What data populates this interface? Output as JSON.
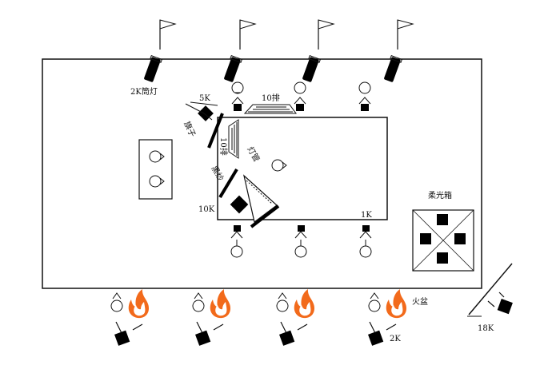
{
  "labels": {
    "spot_2k": "2K筒灯",
    "light_5k": "5K",
    "tube_10pai_top": "10排",
    "tube_10pai_side": "10排",
    "flag": "旗子",
    "gauze": "黑纱",
    "tube_fluoro": "灯管",
    "light_10k": "10K",
    "light_1k": "1K",
    "softbox": "柔光箱",
    "fire_pot": "火盆",
    "light_2k": "2K",
    "light_18k": "18K"
  },
  "colors": {
    "line": "#111111",
    "flame_outer": "#f26a1b",
    "flame_inner": "#ffffff",
    "fill": "#000000"
  },
  "icons": {
    "spot": "spotlight-can-icon",
    "flag": "pennant-flag-icon",
    "bulb": "practical-bulb-icon",
    "fresnel": "fresnel-lamp-icon",
    "flame": "flame-icon"
  }
}
